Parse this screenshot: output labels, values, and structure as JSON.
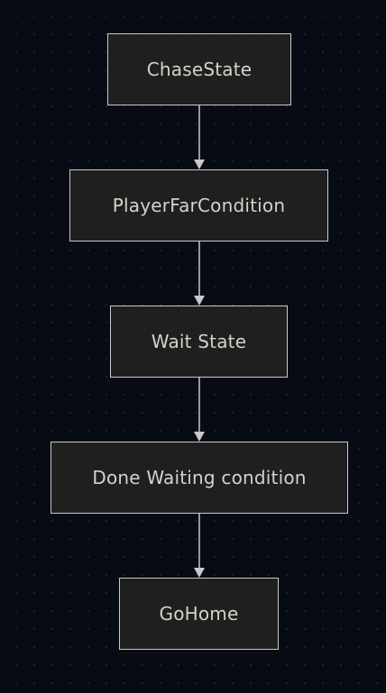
{
  "diagram": {
    "nodes": [
      {
        "id": "n0",
        "label": "ChaseState"
      },
      {
        "id": "n1",
        "label": "PlayerFarCondition"
      },
      {
        "id": "n2",
        "label": "Wait State"
      },
      {
        "id": "n3",
        "label": "Done Waiting condition"
      },
      {
        "id": "n4",
        "label": "GoHome"
      }
    ],
    "edges": [
      {
        "from": "n0",
        "to": "n1"
      },
      {
        "from": "n1",
        "to": "n2"
      },
      {
        "from": "n2",
        "to": "n3"
      },
      {
        "from": "n3",
        "to": "n4"
      }
    ]
  },
  "colors": {
    "background": "#070b14",
    "node_fill": "#1f1f1f",
    "node_border": "#c9c9c9",
    "text": "#d6d2c8",
    "edge": "#c9c9c9"
  }
}
